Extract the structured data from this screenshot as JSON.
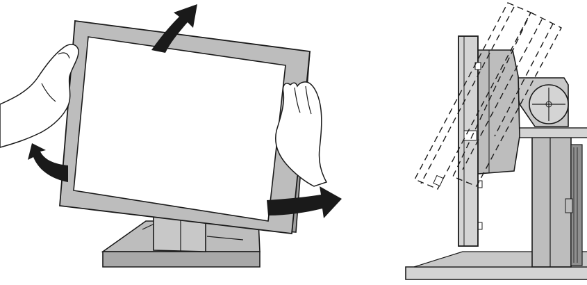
{
  "figure": {
    "panels": [
      {
        "id": "front",
        "subject": "monitor-front-view",
        "action": "tilt-and-rotate-with-hands"
      },
      {
        "id": "side",
        "subject": "monitor-side-view",
        "action": "tilt-range"
      }
    ],
    "colors": {
      "line": "#1a1a1a",
      "panel_fill": "#bdbdbd",
      "panel_fill_light": "#d4d4d4",
      "screen": "#ffffff",
      "arrow": "#1a1a1a"
    },
    "icons": [
      "arrow-up-icon",
      "arrow-left-curve-icon",
      "arrow-right-icon",
      "hand-icon",
      "crosshair-icon"
    ]
  }
}
